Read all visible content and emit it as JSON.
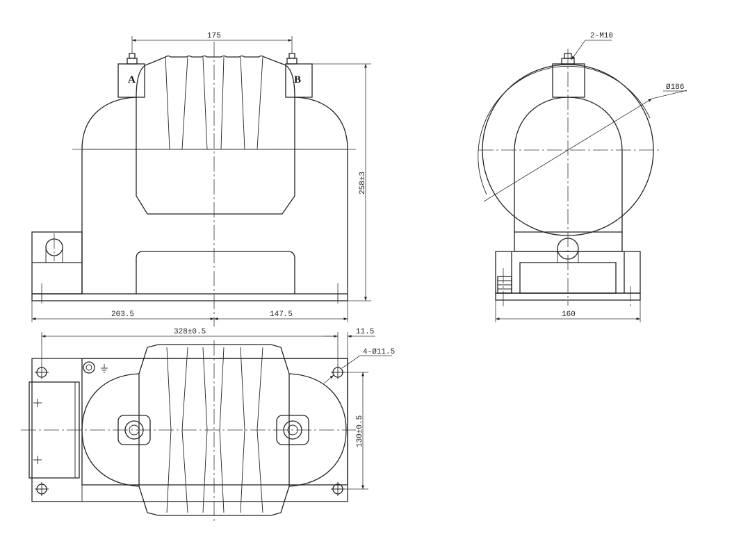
{
  "colors": {
    "line": "#222222",
    "background": "#ffffff"
  },
  "front_view": {
    "terminal_a": "A",
    "terminal_b": "B",
    "dim_top_spacing": "175",
    "dim_height": "258±3",
    "dim_left": "203.5",
    "dim_right": "147.5"
  },
  "side_view": {
    "dim_bolt": "2-M10",
    "dim_diameter": "Ø186",
    "dim_width": "160"
  },
  "plan_view": {
    "dim_length": "328±0.5",
    "dim_hole_offset": "11.5",
    "dim_holes": "4-Ø11.5",
    "dim_depth": "130±0.5",
    "ground_icon": "ground-icon"
  }
}
